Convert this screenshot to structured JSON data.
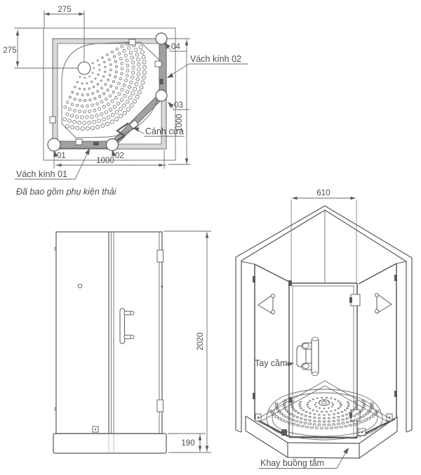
{
  "drawing": {
    "plan": {
      "dim_top": "275",
      "dim_left": "275",
      "dim_width": "1000",
      "dim_height": "1000",
      "part_01": "01",
      "part_02": "02",
      "part_03": "03",
      "part_04": "04",
      "label_panel_02": "Vách kính 02",
      "label_panel_01": "Vách kính 01",
      "label_door": "Cánh cửa",
      "note": "Đã bao gồm phụ kiện thải"
    },
    "front": {
      "dim_height": "2020",
      "dim_base": "190"
    },
    "perspective": {
      "dim_door": "610",
      "label_handle": "Tay cầm",
      "label_tray": "Khay buồng tắm"
    }
  },
  "colors": {
    "line": "#6a6b6e",
    "dark": "#58595c",
    "glass_band": "#a0a1a4",
    "rim_band": "#d9d9db",
    "text": "#4d4e50",
    "background": "#ffffff"
  }
}
